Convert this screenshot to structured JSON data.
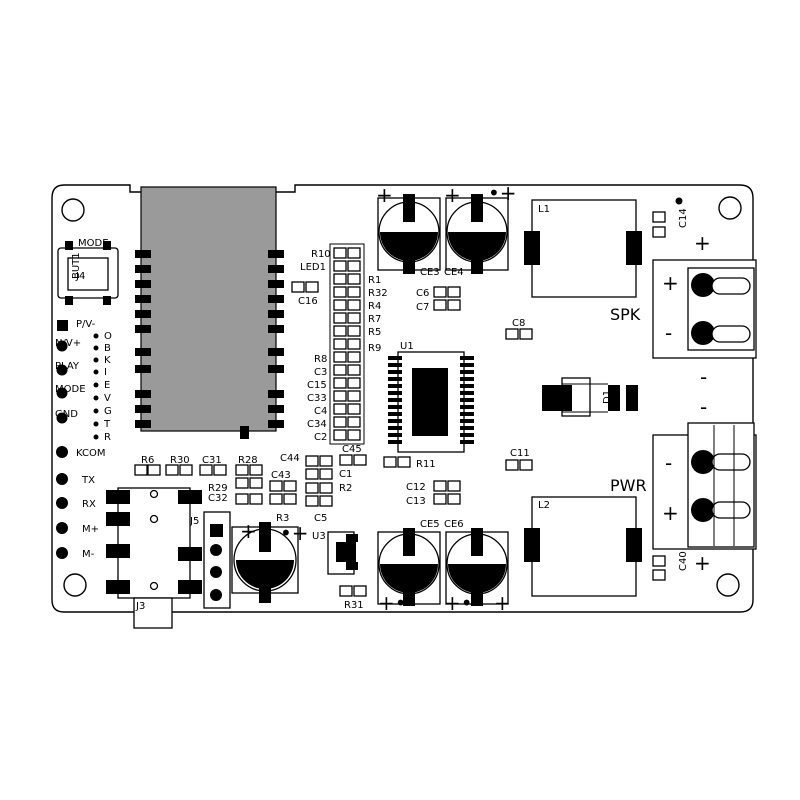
{
  "board": {
    "colors": {
      "copper": "#000000",
      "module": "#9a9a9a",
      "silkscreen": "#000000",
      "background": "#ffffff"
    },
    "left_header": {
      "switch": {
        "label": "J4",
        "mode_label": "MODE",
        "side_label": "BUT1"
      },
      "pins": [
        "P/V-",
        "N/V+",
        "PLAY",
        "MODE",
        "GND",
        "KCOM",
        "TX",
        "RX",
        "M+",
        "M-"
      ],
      "letter_column": [
        "O",
        "B",
        "K",
        "I",
        "E",
        "V",
        "G",
        "T",
        "R"
      ]
    },
    "components": {
      "resistor_column_left": [
        "R10",
        "LED1",
        "R8",
        "C3",
        "C15",
        "C33",
        "C4",
        "C34",
        "C2"
      ],
      "resistor_column_right": [
        "R1",
        "R32",
        "R4",
        "R7",
        "R5",
        "R9"
      ],
      "c16": "C16",
      "ic": "U1",
      "c45": "C45",
      "r11": "R11",
      "caps_top": [
        "CE3",
        "CE4"
      ],
      "caps_bottom": [
        "CE5",
        "CE6"
      ],
      "c6": "C6",
      "c7": "C7",
      "c8": "C8",
      "c11": "C11",
      "c12": "C12",
      "c13": "C13",
      "inductors": [
        "L1",
        "L2"
      ],
      "diode": "D1",
      "c14": "C14",
      "c40": "C40",
      "speaker_connector": "SPK",
      "power_connector": "PWR",
      "bottom_left_row": [
        "R6",
        "R30",
        "C31",
        "R28",
        "C44",
        "C43",
        "R29",
        "C32",
        "R3",
        "C1",
        "R2",
        "C5"
      ],
      "audio_jack": "J3",
      "header_j5": "J5",
      "regulator": "U3",
      "r31": "R31"
    },
    "polarity": {
      "plus": "+",
      "minus": "−",
      "minus_small": "-",
      "dot_plus": "•+",
      "plus_dot": "+•"
    }
  }
}
